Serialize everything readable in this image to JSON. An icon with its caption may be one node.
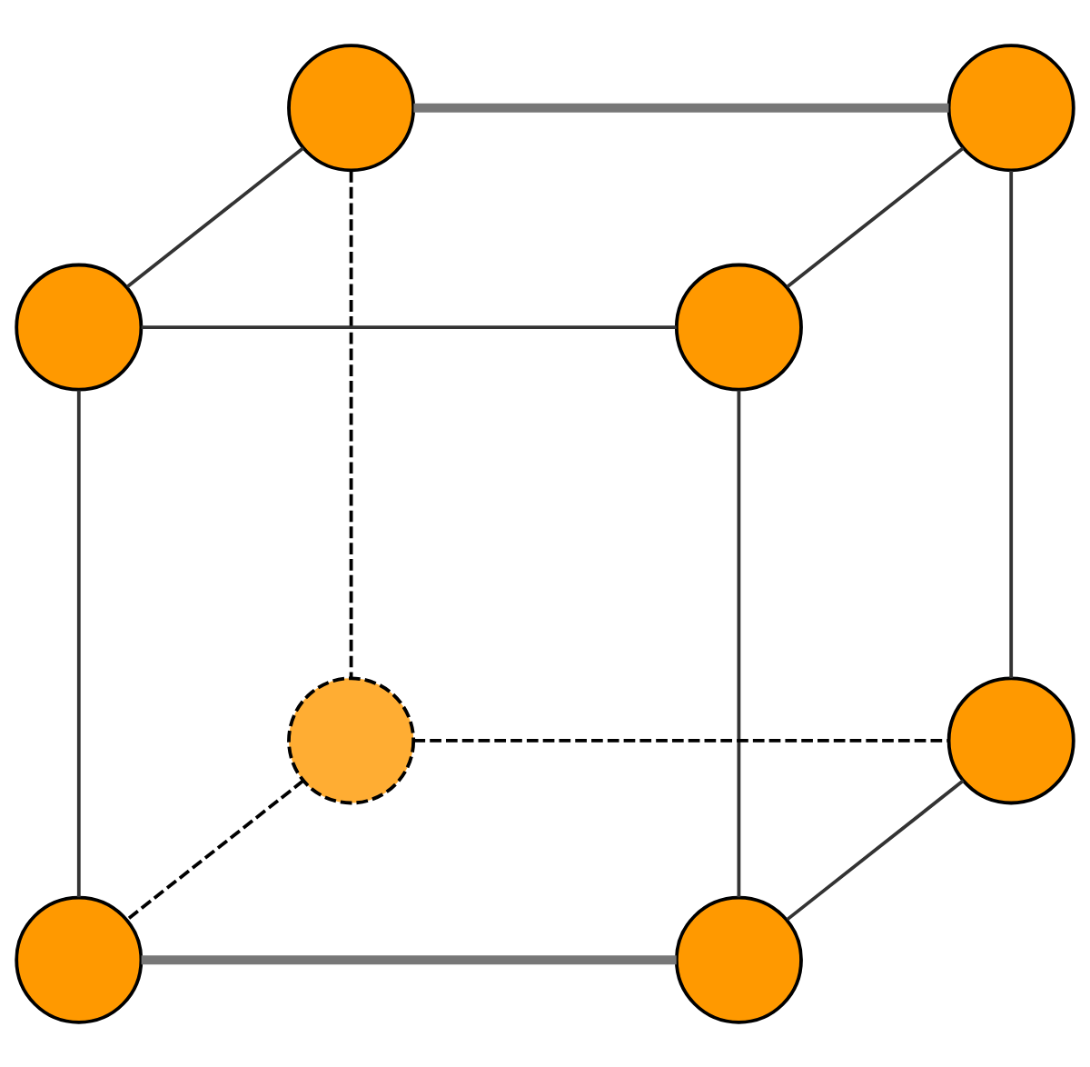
{
  "diagram": {
    "nodes": [
      {
        "text": [],
        "shape": "circle"
      },
      {
        "text": [],
        "shape": "circle"
      },
      {
        "text": [],
        "shape": "circle"
      },
      {
        "text": [],
        "shape": "circle"
      },
      {
        "text": [],
        "shape": "circle"
      },
      {
        "text": [],
        "shape": "circle"
      },
      {
        "text": [],
        "shape": "circle"
      },
      {
        "text": [],
        "shape": "circle"
      }
    ],
    "edges": [
      {
        "from": 0,
        "to": 1,
        "arrow": "none",
        "style": "thick",
        "color": "#777777"
      },
      {
        "from": 0,
        "to": 2,
        "arrow": "none"
      },
      {
        "from": 1,
        "to": 3,
        "arrow": "none"
      },
      {
        "from": 0,
        "to": 4,
        "arrow": "none",
        "style": "dashed"
      },
      {
        "from": 1,
        "to": 5,
        "arrow": "none"
      },
      {
        "from": 2,
        "to": 3,
        "arrow": "none"
      },
      {
        "from": 2,
        "to": 6,
        "arrow": "none"
      },
      {
        "from": 3,
        "to": 7,
        "arrow": "none"
      },
      {
        "from": 4,
        "to": 5,
        "arrow": "none",
        "style": "dashed"
      },
      {
        "from": 4,
        "to": 6,
        "arrow": "none",
        "style": "dashed"
      },
      {
        "from": 5,
        "to": 7,
        "arrow": "none"
      },
      {
        "from": 6,
        "to": 7,
        "arrow": "none",
        "style": "thick",
        "color": "#777777"
      }
    ]
  }
}
